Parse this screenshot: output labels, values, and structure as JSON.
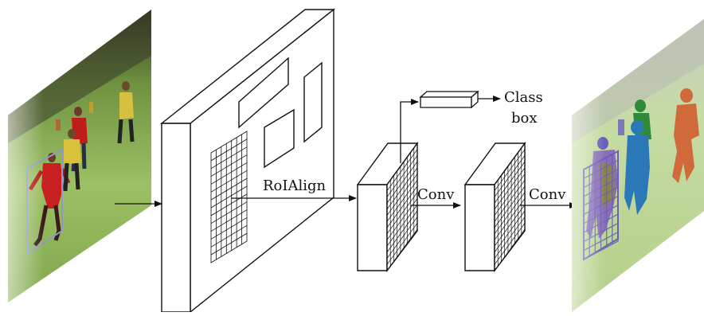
{
  "labels": {
    "roialign": "RoIAlign",
    "conv1": "Conv",
    "conv2": "Conv",
    "class": "Class",
    "box": "box"
  },
  "colors": {
    "line": "#111111",
    "grass_light": "#a9c970",
    "grass_dark": "#5f8a35",
    "crowd": "#3a3a2a",
    "roi_box": "#8f98c8",
    "mask_purple": "#6b5fb8",
    "mask_blue": "#2a78b8",
    "mask_green": "#2f8a3a",
    "mask_orange": "#d06a3a",
    "mask_olive": "#8a8a3a",
    "player_red": "#c82020",
    "player_yellow": "#d8c23a"
  }
}
